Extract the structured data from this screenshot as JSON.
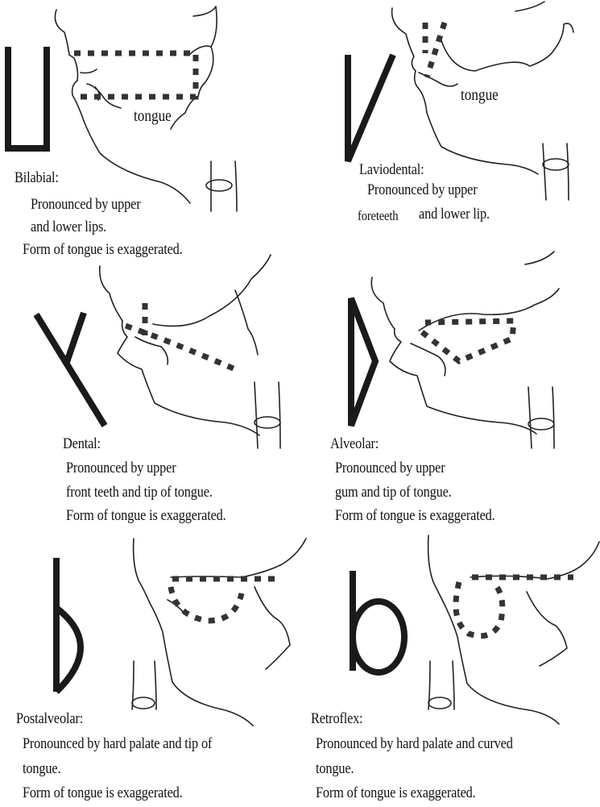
{
  "panels": [
    {
      "id": "bilabial",
      "title": "Bilabial:",
      "lines": [
        "Pronounced by upper",
        "and lower lips.",
        "Form of tongue is exaggerated."
      ],
      "tongue_label": "tongue"
    },
    {
      "id": "labiodental",
      "title": "Laviodental:",
      "lines": [
        "Pronounced by upper",
        "foreteeth",
        "and lower lip."
      ],
      "tongue_label": "tongue"
    },
    {
      "id": "dental",
      "title": "Dental:",
      "lines": [
        "Pronounced by upper",
        "front teeth and tip of tongue.",
        "Form of tongue is exaggerated."
      ]
    },
    {
      "id": "alveolar",
      "title": "Alveolar:",
      "lines": [
        "Pronounced by upper",
        "gum and tip of tongue.",
        "Form of tongue is exaggerated."
      ]
    },
    {
      "id": "postalveolar",
      "title": "Postalveolar:",
      "lines": [
        "Pronounced by hard palate and tip of",
        "tongue.",
        "Form of tongue is exaggerated."
      ]
    },
    {
      "id": "retroflex",
      "title": "Retroflex:",
      "lines": [
        "Pronounced by hard palate and curved",
        "tongue.",
        "Form of tongue is exaggerated."
      ]
    }
  ]
}
